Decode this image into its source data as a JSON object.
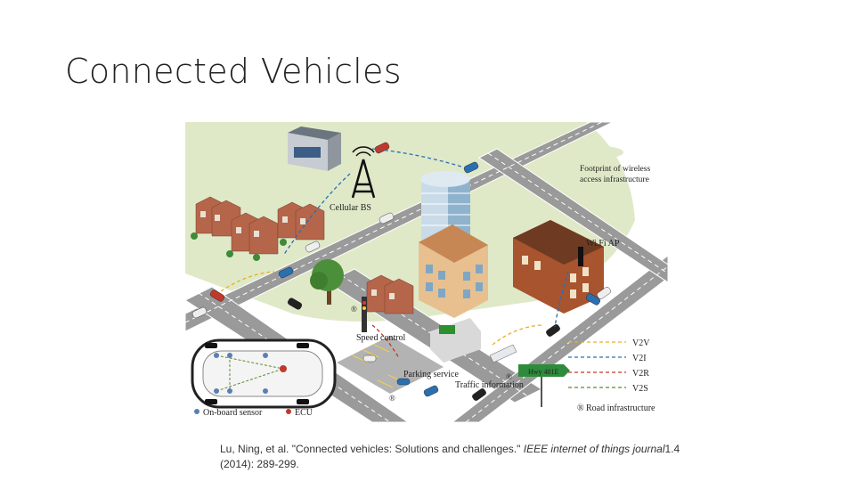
{
  "slide": {
    "title": "Connected Vehicles"
  },
  "figure": {
    "labels": {
      "footprint": [
        "Footprint of wireless",
        "access infrastructure"
      ],
      "cellular_bs": "Cellular BS",
      "wifi_ap": "Wi.Fi AP",
      "speed_control": "Speed control",
      "parking_service": "Parking service",
      "traffic_information": "Traffic information",
      "hwy_sign": "Hwy 401E",
      "onboard_sensor": "On-board sensor",
      "ecu": "ECU"
    },
    "legend": [
      {
        "label": "V2V",
        "color": "#e8b020"
      },
      {
        "label": "V2I",
        "color": "#2a6fb0"
      },
      {
        "label": "V2R",
        "color": "#c0392b"
      },
      {
        "label": "V2S",
        "color": "#5c8a2a"
      }
    ],
    "road_infrastructure": "Road infrastructure",
    "road_marker": "®"
  },
  "citation": {
    "text": "Lu, Ning, et al. \"Connected vehicles: Solutions and challenges.\"",
    "journal": "IEEE internet of things journal",
    "rest": "1.4 (2014): 289-299."
  }
}
